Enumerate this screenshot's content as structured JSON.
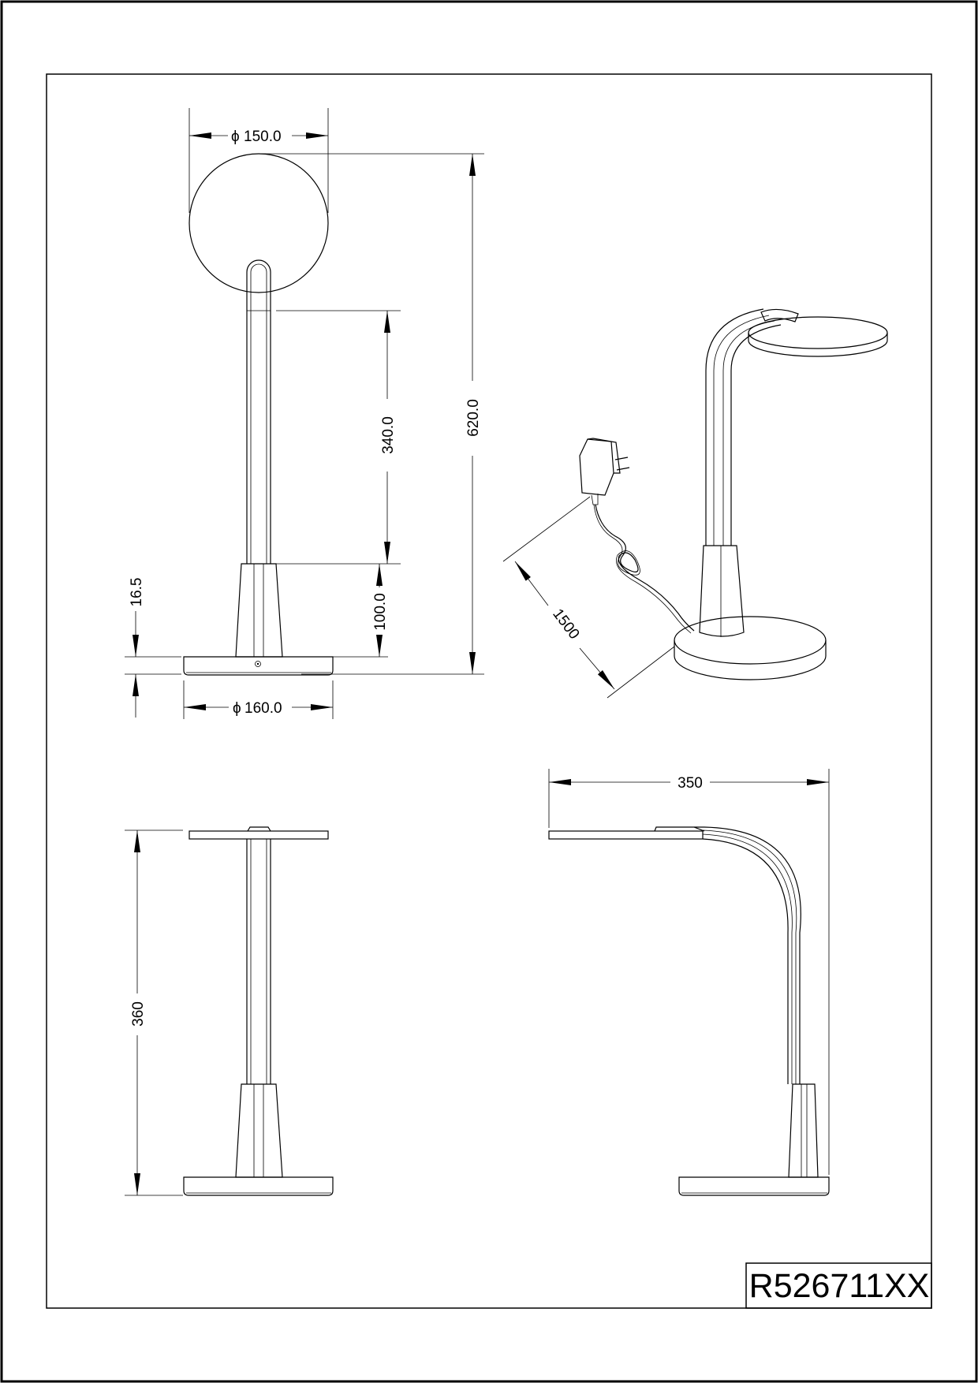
{
  "drawing": {
    "product_code": "R526711XX",
    "front_view": {
      "head_diameter": "150.0",
      "base_diameter": "160.0",
      "overall_height": "620.0",
      "arm_length": "340.0",
      "stand_height": "100.0",
      "base_thickness": "16.5"
    },
    "perspective_view": {
      "cable_length": "1500"
    },
    "side_view": {
      "height": "360"
    },
    "profile_view": {
      "reach": "350"
    }
  }
}
